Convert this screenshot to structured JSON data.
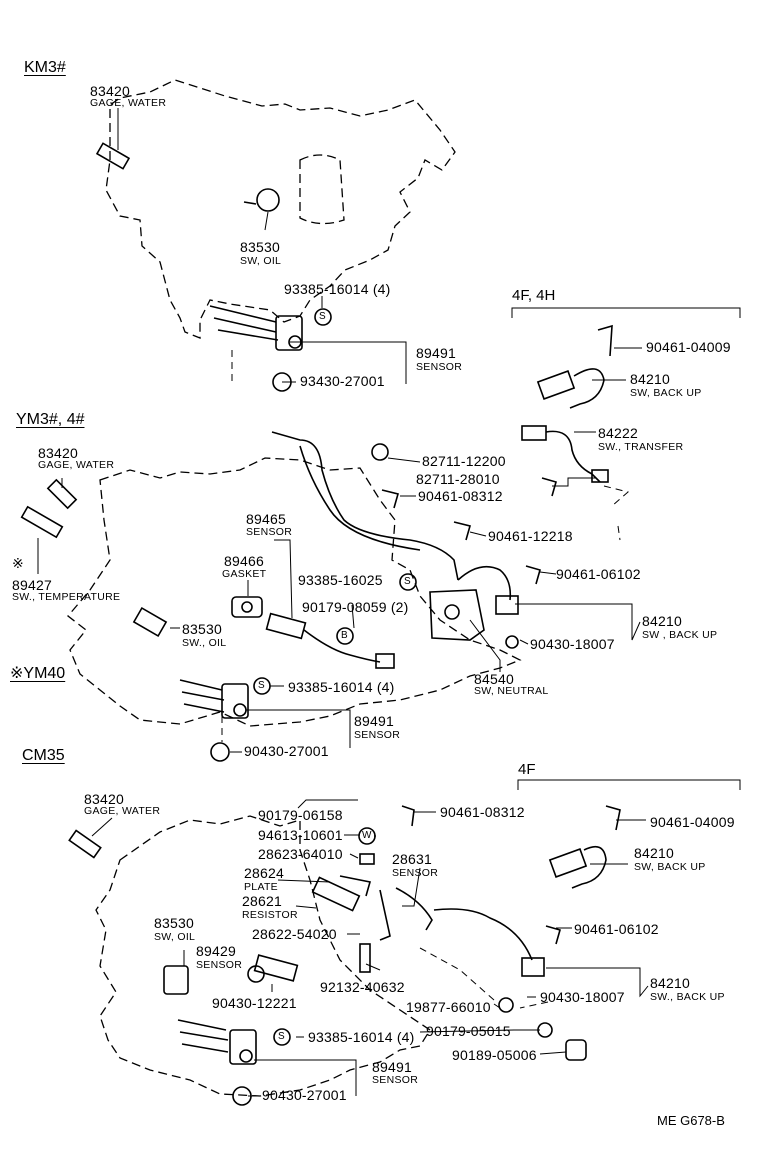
{
  "sections": {
    "km3": "KM3#",
    "ym3": "YM3#, 4#",
    "ym40": "※YM40",
    "cm35": "CM35"
  },
  "groups": {
    "top_4f4h": "4F, 4H",
    "bottom_4f": "4F"
  },
  "parts": {
    "p01": {
      "num": "83420",
      "desc": "GAGE, WATER"
    },
    "p02": {
      "num": "83530",
      "desc": "SW, OIL"
    },
    "p03": {
      "num": "93385-16014 (4)"
    },
    "p04": {
      "num": "89491",
      "desc": "SENSOR"
    },
    "p05": {
      "num": "93430-27001"
    },
    "p06": {
      "num": "90461-04009"
    },
    "p07": {
      "num": "84210",
      "desc": "SW, BACK UP"
    },
    "p08": {
      "num": "84222",
      "desc": "SW., TRANSFER"
    },
    "p09": {
      "num": "82711-12200"
    },
    "p10": {
      "num": "82711-28010"
    },
    "p11": {
      "num": "90461-08312"
    },
    "p12": {
      "num": "90461-12218"
    },
    "p13": {
      "num": "90461-06102"
    },
    "p14": {
      "num": "84210",
      "desc": "SW , BACK UP"
    },
    "p15": {
      "num": "90430-18007"
    },
    "p16": {
      "num": "84540",
      "desc": "SW, NEUTRAL"
    },
    "p17": {
      "num": "83420",
      "desc": "GAGE, WATER"
    },
    "p18": {
      "num": "※",
      "num2": "89427",
      "desc": "SW., TEMPERATURE"
    },
    "p19": {
      "num": "89465",
      "desc": "SENSOR"
    },
    "p20": {
      "num": "89466",
      "desc": "GASKET"
    },
    "p21": {
      "num": "93385-16025"
    },
    "p22": {
      "num": "90179-08059 (2)"
    },
    "p23": {
      "num": "83530",
      "desc": "SW., OIL"
    },
    "p24": {
      "num": "93385-16014 (4)"
    },
    "p25": {
      "num": "89491",
      "desc": "SENSOR"
    },
    "p26": {
      "num": "90430-27001"
    },
    "p27": {
      "num": "83420",
      "desc": "GAGE, WATER"
    },
    "p28": {
      "num": "90179-06158"
    },
    "p29": {
      "num": "94613-10601"
    },
    "p30": {
      "num": "28623-64010"
    },
    "p31": {
      "num": "28631",
      "desc": "SENSOR"
    },
    "p32": {
      "num": "28624",
      "desc": "PLATE"
    },
    "p33": {
      "num": "28621",
      "desc": "RESISTOR"
    },
    "p34": {
      "num": "28622-54020"
    },
    "p35": {
      "num": "83530",
      "desc": "SW, OIL"
    },
    "p36": {
      "num": "89429",
      "desc": "SENSOR"
    },
    "p37": {
      "num": "90430-12221"
    },
    "p38": {
      "num": "92132-40632"
    },
    "p39": {
      "num": "19877-66010"
    },
    "p40": {
      "num": "93385-16014 (4)"
    },
    "p41": {
      "num": "89491",
      "desc": "SENSOR"
    },
    "p42": {
      "num": "90430-27001"
    },
    "p43": {
      "num": "90461-08312"
    },
    "p44": {
      "num": "90461-04009"
    },
    "p45": {
      "num": "84210",
      "desc": "SW, BACK UP"
    },
    "p46": {
      "num": "90461-06102"
    },
    "p47": {
      "num": "84210",
      "desc": "SW., BACK UP"
    },
    "p48": {
      "num": "90430-18007"
    },
    "p49": {
      "num": "90179-05015"
    },
    "p50": {
      "num": "90189-05006"
    }
  },
  "symbols": {
    "s": "S",
    "b": "B",
    "w": "W"
  },
  "footer": {
    "ref": "ME  G678-B"
  }
}
